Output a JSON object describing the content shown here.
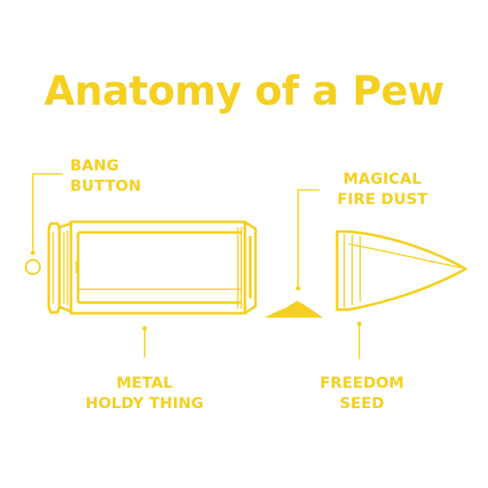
{
  "colors": {
    "accent": "#F5D020",
    "background": "#FFFFFF"
  },
  "title": "Anatomy of a Pew",
  "labels": {
    "bang_button": [
      "BANG",
      "BUTTON"
    ],
    "magical_fire_dust": [
      "MAGICAL",
      "FIRE DUST"
    ],
    "metal_holdy_thing": [
      "METAL",
      "HOLDY THING"
    ],
    "freedom_seed": [
      "FREEDOM",
      "SEED"
    ]
  },
  "icons": [
    "bullet-casing-icon",
    "gunpowder-pile-icon",
    "bullet-tip-icon",
    "primer-circle-icon"
  ]
}
